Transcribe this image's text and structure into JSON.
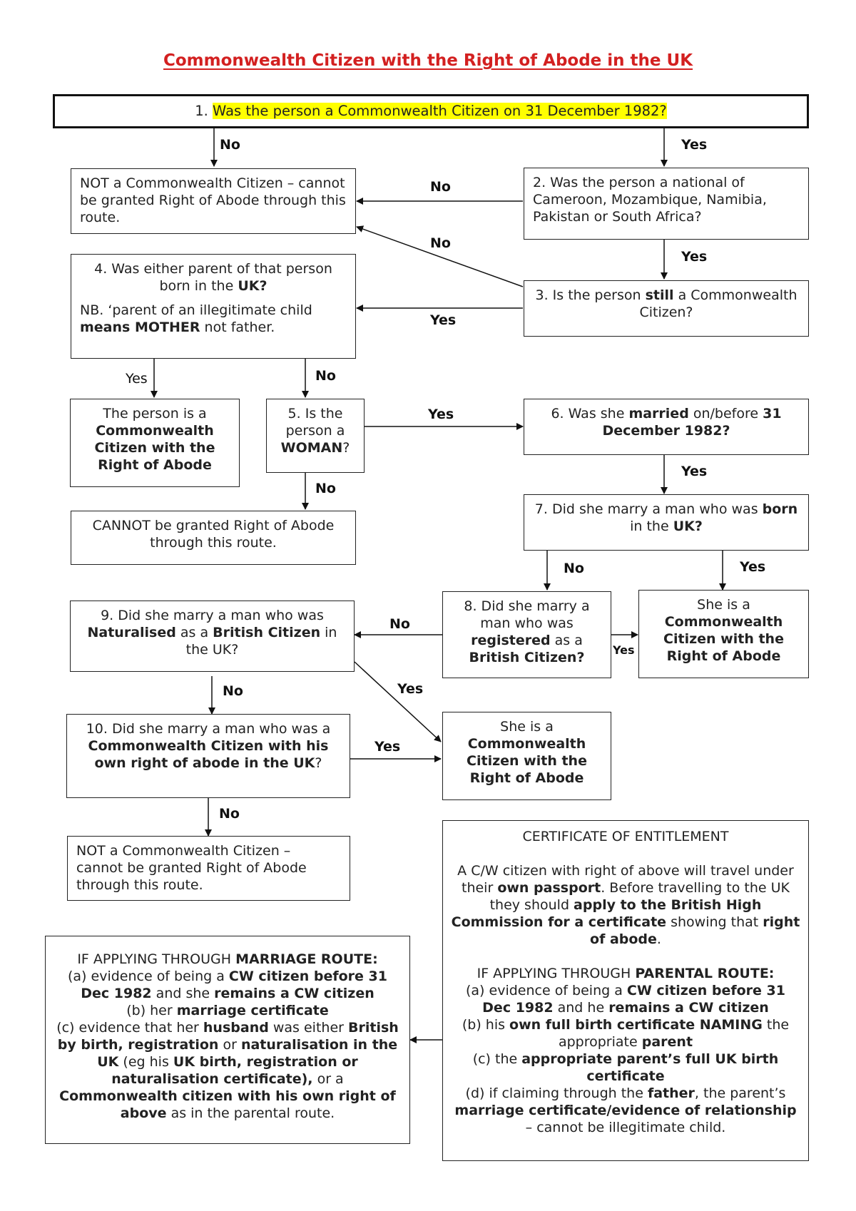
{
  "title": "Commonwealth Citizen with the Right of Abode in the UK",
  "q1": {
    "num": "1. ",
    "text": "Was the person a Commonwealth Citizen on 31 December 1982?"
  },
  "not_cw_1": "NOT a Commonwealth Citizen – cannot be granted Right of Abode through this route.",
  "q2": "2. Was the person a national of Cameroon, Mozambique, Namibia, Pakistan or South Africa?",
  "q3": {
    "a": "3. Is the person ",
    "b": "still",
    "c": " a Commonwealth Citizen?"
  },
  "q4": {
    "a": "4. Was either parent of that person born in the ",
    "b": "UK?",
    "nb": "NB. ‘parent of an illegitimate child ",
    "nb_b1": "means MOTHER",
    "nb_c": " not father."
  },
  "res_parent": {
    "a": "The person is a ",
    "b": "Commonwealth Citizen with the Right of Abode"
  },
  "q5": {
    "a": "5. Is the person a ",
    "b": "WOMAN",
    "c": "?"
  },
  "cannot_2": "CANNOT be granted Right of Abode through this route.",
  "q6": {
    "a": "6. Was she ",
    "b": "married",
    "c": " on/before ",
    "d": "31 December 1982?"
  },
  "q7": {
    "a": "7. Did she marry a man who was ",
    "b": "born",
    "c": " in the ",
    "d": "UK?"
  },
  "q8": {
    "a": "8. Did she marry a man who was ",
    "b": "registered",
    "c": " as a ",
    "d": "British Citizen?"
  },
  "res_8": {
    "a": "She is a ",
    "b": "Commonwealth Citizen with the Right of Abode"
  },
  "q9": {
    "a": "9. Did she marry a man who was ",
    "b": "Naturalised",
    "c": " as a ",
    "d": "British Citizen",
    "e": " in the UK?"
  },
  "q10": {
    "a": "10. Did she marry a man who was a ",
    "b": "Commonwealth Citizen with his own right of abode in the UK",
    "c": "?"
  },
  "res_9": {
    "a": "She is a ",
    "b": "Commonwealth Citizen with the Right of Abode"
  },
  "not_cw_3": "NOT a Commonwealth Citizen – cannot be granted Right of Abode through this route.",
  "labels": {
    "yes": "Yes",
    "no": "No",
    "yes_caps": "Yes"
  },
  "marriage": {
    "h1": "IF APPLYING THROUGH ",
    "h2": "MARRIAGE ROUTE:",
    "a1": "(a) evidence of being a ",
    "a2": "CW citizen before 31 Dec 1982",
    "a3": " and she ",
    "a4": "remains a CW citizen",
    "b1": "(b) her ",
    "b2": "marriage certificate",
    "c1": "(c) evidence that her ",
    "c2": "husband",
    "c3": " was either ",
    "c4": "British by birth, registration",
    "c5": " or ",
    "c6": "naturalisation in the UK",
    "c7": " (eg his ",
    "c8": "UK birth, registration or naturalisation certificate),",
    "c9": " or a ",
    "c10": "Commonwealth citizen with his own right of above",
    "c11": " as in the parental route."
  },
  "certificate": {
    "title": "CERTIFICATE OF ENTITLEMENT",
    "p1a": "A C/W citizen with right of above will travel under their ",
    "p1b": "own passport",
    "p1c": ". Before travelling to the UK they should ",
    "p1d": "apply to the British High Commission for a certificate",
    "p1e": " showing that ",
    "p1f": "right of abode",
    "p1g": ".",
    "h1": "IF APPLYING THROUGH ",
    "h2": "PARENTAL ROUTE:",
    "a1": "(a) evidence of being a ",
    "a2": "CW citizen before 31 Dec 1982",
    "a3": " and he ",
    "a4": "remains a CW citizen",
    "b1": "(b) his ",
    "b2": "own full birth certificate NAMING",
    "b3": " the appropriate ",
    "b4": "parent",
    "c1": "(c) the ",
    "c2": "appropriate parent’s full UK birth certificate",
    "d1": "(d) if claiming through the ",
    "d2": "father",
    "d3": ", the parent’s ",
    "d4": "marriage certificate/evidence of relationship",
    "d5": " – cannot be illegitimate child."
  }
}
